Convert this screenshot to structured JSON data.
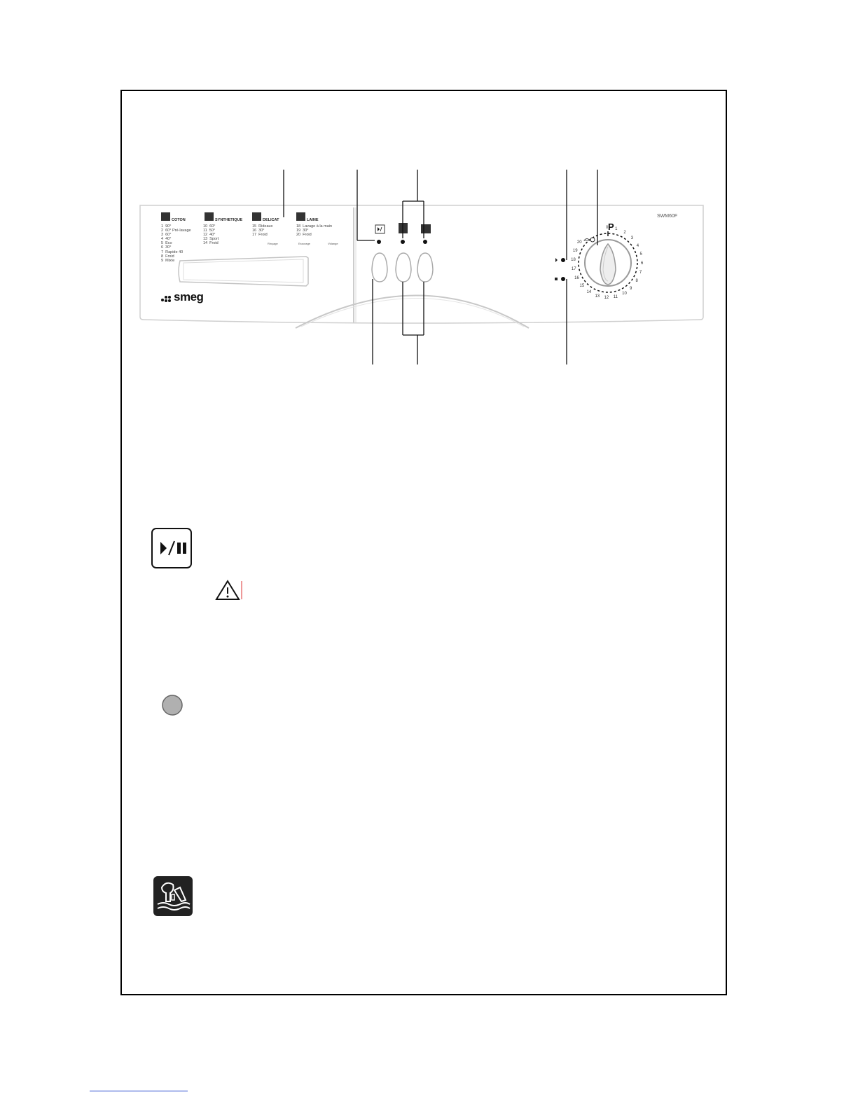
{
  "panel": {
    "model": "SWM60F",
    "brand": "smeg",
    "dial_label": "P",
    "programs": [
      {
        "title": "COTON",
        "lines": "1  90°\n2  60° Pré-lavage\n3  60°\n4  40°\n5  Eco\n6  30°\n7  Rapide 40\n8  Froid\n9  Mixte"
      },
      {
        "title": "SYNTHETIQUE",
        "lines": "10  60°\n11  50°\n12  40°\n13  Sport\n14  Froid"
      },
      {
        "title": "DELICAT",
        "lines": "15  Rideaux\n16  30°\n17  Froid"
      },
      {
        "title": "LAINE",
        "lines": "18  Lavage à la main\n19  30°\n20  Froid"
      }
    ],
    "option_labels": [
      "Rinçage",
      "Essorage",
      "Vidange"
    ],
    "dial_numbers": [
      "0",
      "1",
      "2",
      "3",
      "4",
      "5",
      "6",
      "7",
      "8",
      "9",
      "10",
      "11",
      "12",
      "13",
      "14",
      "15",
      "16",
      "17",
      "18",
      "19",
      "20"
    ]
  },
  "icons": {
    "start_pause": "start-pause-icon",
    "warning": "warning-triangle-icon",
    "indicator": "indicator-light-icon",
    "hand_wash": "hand-wash-icon"
  }
}
